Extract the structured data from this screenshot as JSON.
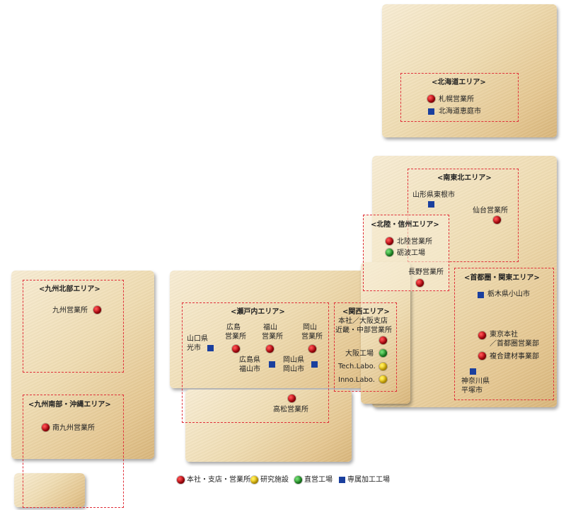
{
  "colors": {
    "office": "#c0000a",
    "research": "#f1c200",
    "direct_factory": "#1e9a24",
    "affiliated_factory": "#1a3f9e",
    "area_border": "#e0303a"
  },
  "areas": {
    "hokkaido": {
      "title": "<北海道エリア>",
      "sapporo": "札幌営業所",
      "eniwa": "北海道恵庭市"
    },
    "minami_tohoku": {
      "title": "<南東北エリア>",
      "yamagata": "山形県東根市",
      "sendai": "仙台営業所"
    },
    "hokuriku": {
      "title": "<北陸・信州エリア>",
      "hokuriku_office": "北陸営業所",
      "tonami": "砺波工場",
      "nagano": "長野営業所"
    },
    "shutoken": {
      "title": "<首都圏・関東エリア>",
      "oyama": "栃木県小山市",
      "tokyo_line1": "東京本社",
      "tokyo_line2": "／首都圏営業部",
      "fukugo": "複合建材事業部",
      "hiratsuka_line1": "神奈川県",
      "hiratsuka_line2": "平塚市"
    },
    "kansai": {
      "title": "<関西エリア>",
      "osaka_line1": "本社／大阪支店",
      "osaka_line2": "近畿・中部営業所",
      "osaka_factory": "大阪工場",
      "tech_labo": "Tech.Labo.",
      "inno_labo": "Inno.Labo."
    },
    "setouchi": {
      "title": "<瀬戸内エリア>",
      "yamaguchi_line1": "山口県",
      "yamaguchi_line2": "光市",
      "hiroshima_line1": "広島",
      "hiroshima_line2": "営業所",
      "fukuyama_line1": "福山",
      "fukuyama_line2": "営業所",
      "okayama_line1": "岡山",
      "okayama_line2": "営業所",
      "hiroshima_fukuyama_line1": "広島県",
      "hiroshima_fukuyama_line2": "福山市",
      "okayama_city_line1": "岡山県",
      "okayama_city_line2": "岡山市",
      "takamatsu": "高松営業所"
    },
    "kyushu_north": {
      "title": "<九州北部エリア>",
      "kyushu_office": "九州営業所"
    },
    "kyushu_south": {
      "title": "<九州南部・沖縄エリア>",
      "minami_kyushu": "南九州営業所"
    }
  },
  "legend": {
    "office": "本社・支店・営業所",
    "research": "研究施設",
    "direct_factory": "直営工場",
    "affiliated_factory": "専属加工工場"
  }
}
